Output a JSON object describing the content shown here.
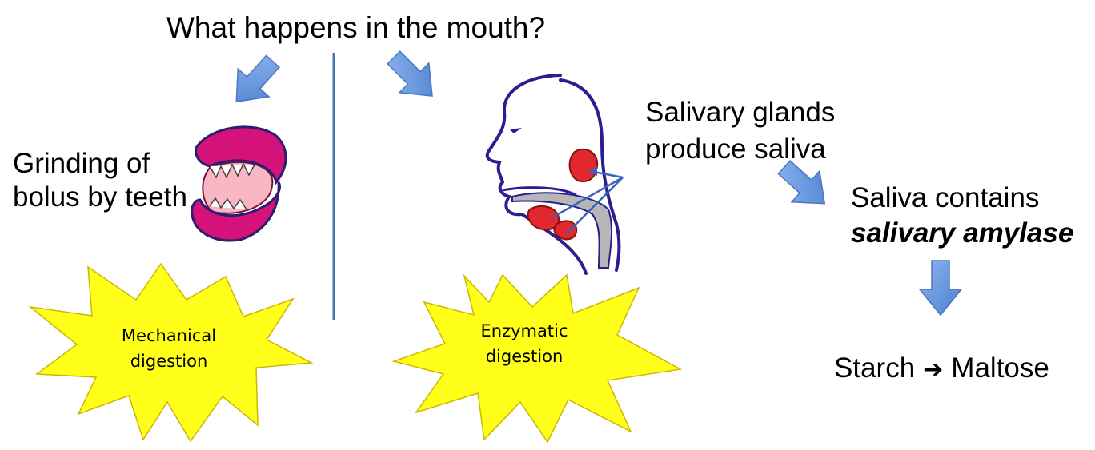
{
  "title": "What happens in the mouth?",
  "mechanical": {
    "line1": "Grinding of",
    "line2": "bolus by teeth",
    "star_line1": "Mechanical",
    "star_line2": "digestion"
  },
  "enzymatic": {
    "glands_line1": "Salivary glands",
    "glands_line2": "produce saliva",
    "contains_line1": "Saliva contains",
    "contains_line2": "salivary amylase",
    "star_line1": "Enzymatic",
    "star_line2": "digestion",
    "reaction_from": "Starch",
    "reaction_arrow": "➔",
    "reaction_to": "Maltose"
  },
  "colors": {
    "arrow_fill": "#5b8fd9",
    "star_fill": "#ffff1a",
    "divider": "#4a73b8",
    "lip_magenta": "#d4127a",
    "gland_red": "#e0282e",
    "outline_navy": "#2a1f8f"
  }
}
